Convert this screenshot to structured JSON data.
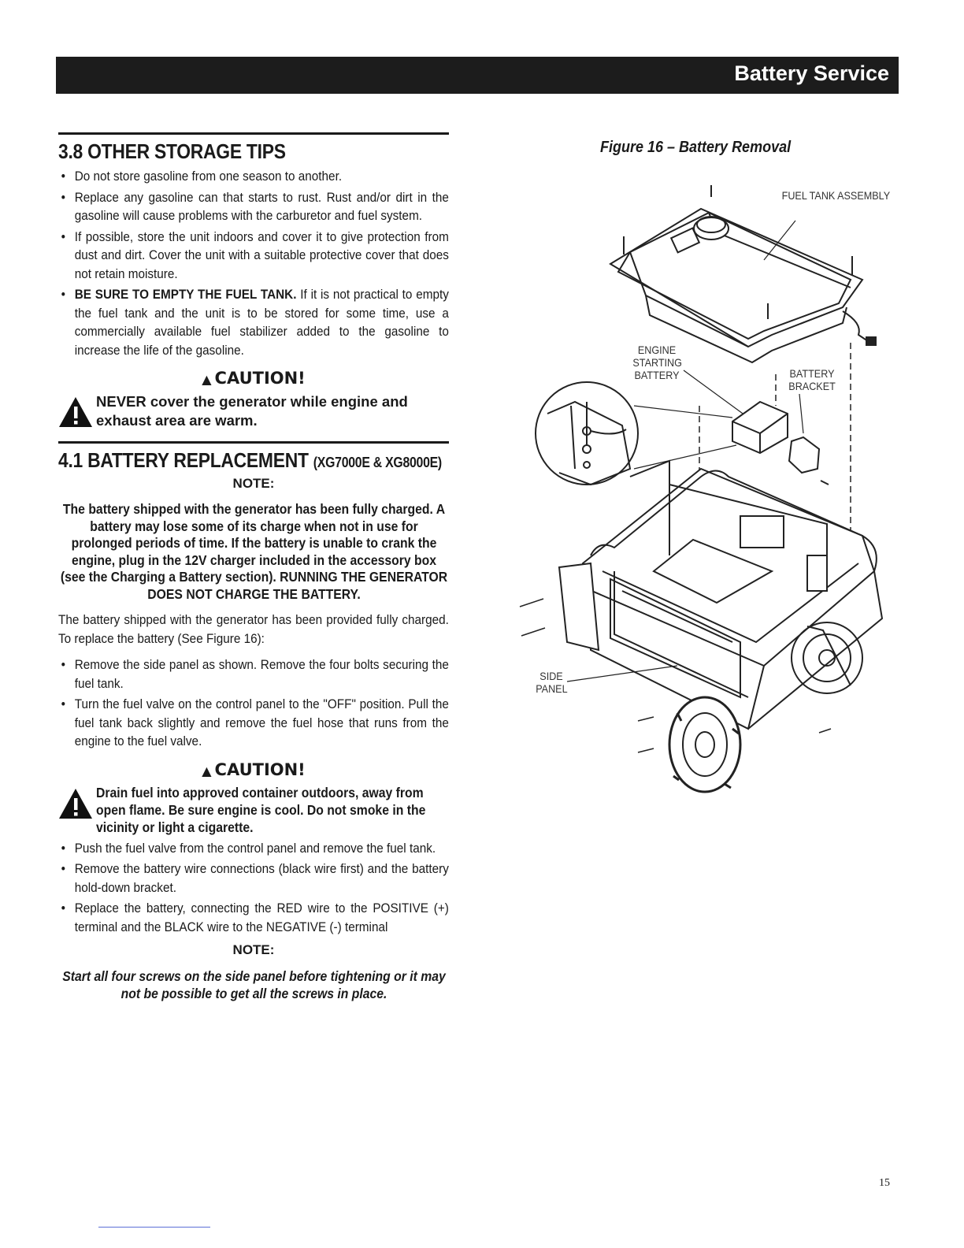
{
  "header": {
    "title": "Battery Service"
  },
  "section38": {
    "title": "3.8   OTHER STORAGE TIPS",
    "bullets": [
      "Do not store gasoline from one season to another.",
      "Replace any gasoline can that starts to rust. Rust and/or dirt in the gasoline will cause problems with the carburetor and fuel system.",
      "If possible, store the unit indoors and cover it to give protection from dust and dirt.  Cover the unit with a suitable protective cover that does not retain moisture."
    ],
    "bullet4_bold": "BE SURE TO EMPTY THE FUEL TANK.",
    "bullet4_rest": " If it is not practical to empty the fuel tank and the unit is to be stored for some time, use a commercially available fuel stabilizer added to the gasoline to increase the life of the gasoline.",
    "caution_label": "CAUTION!",
    "caution_text": "NEVER cover the generator while engine and exhaust area are warm."
  },
  "section41": {
    "title": "4.1   BATTERY REPLACEMENT",
    "title_sub": "(XG7000E & XG8000E)",
    "note_label": "NOTE:",
    "note_text": "The battery shipped with the generator has been fully charged. A battery may lose some of its charge when not in use for prolonged periods of time. If the battery is unable to crank the engine, plug in the 12V charger included in the accessory box (see the Charging a Battery section). RUNNING THE GENERATOR DOES NOT CHARGE THE BATTERY.",
    "intro": "The battery shipped with the generator has been provided fully charged. To replace the battery (See Figure 16):",
    "steps_a": [
      "Remove the side panel as shown. Remove the four bolts securing the fuel tank.",
      "Turn the fuel valve on the control panel to the \"OFF\" position. Pull the fuel tank back slightly and remove the fuel hose that runs from the engine to the fuel valve."
    ],
    "caution_label": "CAUTION!",
    "caution_text": "Drain fuel into approved container outdoors, away from open flame. Be sure engine is cool. Do not smoke in the vicinity or light a cigarette.",
    "steps_b": [
      "Push the fuel valve from the control panel and remove the fuel tank.",
      "Remove the battery wire connections (black wire first) and the battery hold-down bracket.",
      "Replace the battery, connecting the RED wire to the POSITIVE (+) terminal and the BLACK wire to the NEGATIVE (-) terminal"
    ],
    "note2_label": "NOTE:",
    "note2_text": "Start all four screws on the side panel before tightening or it may not be possible to get all the screws in place."
  },
  "figure": {
    "caption": "Figure 16 – Battery Removal",
    "labels": {
      "fuel_tank": "FUEL TANK ASSEMBLY",
      "engine_battery": "ENGINE STARTING BATTERY",
      "battery_bracket": "BATTERY BRACKET",
      "side_panel": "SIDE PANEL"
    }
  },
  "page_number": "15"
}
